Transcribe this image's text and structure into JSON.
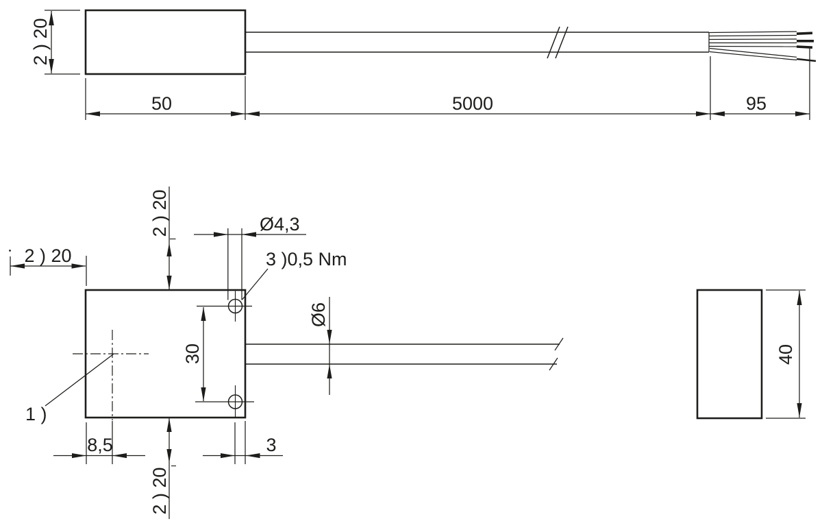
{
  "drawing": {
    "background_color": "#ffffff",
    "line_color": "#1d1d1b",
    "side_view": {
      "height": "2 ) 20",
      "body_length": "50",
      "cable_length": "5000",
      "strip_length": "95"
    },
    "top_view": {
      "clearance_left": "2 ) 20",
      "clearance_top": "2 ) 20",
      "clearance_bottom": "2 ) 20",
      "hole_diameter": "Ø4,3",
      "torque": "3 )0,5 Nm",
      "hole_spacing": "30",
      "cable_diameter": "Ø6",
      "face_offset": "8,5",
      "hole_edge_dist": "3",
      "note_marker": "1 )"
    },
    "front_view": {
      "width": "40"
    }
  }
}
